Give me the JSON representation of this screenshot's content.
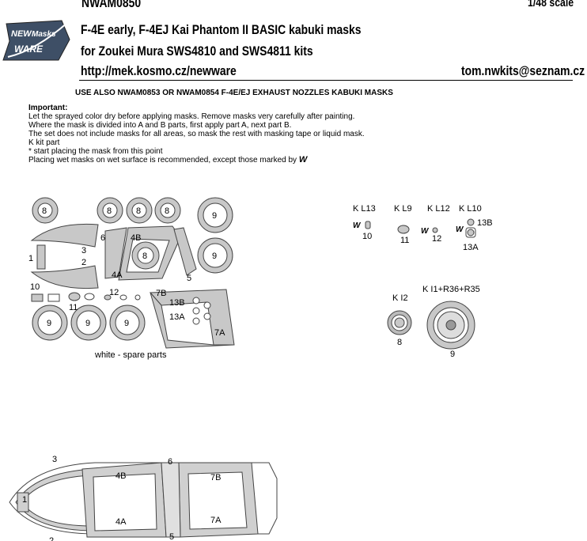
{
  "header": {
    "product_code": "NWAM0850",
    "scale": "1/48 scale",
    "title_line1": "F-4E early, F-4EJ Kai Phantom II BASIC kabuki masks",
    "title_line2": "for Zoukei Mura SWS4810 and SWS4811 kits",
    "url": "http://mek.kosmo.cz/newware",
    "email": "tom.nwkits@seznam.cz"
  },
  "logo": {
    "line1": "NEW",
    "line2": "Masks",
    "line3": "WARE"
  },
  "see_also": "USE ALSO NWAM0853 OR NWAM0854 F-4E/EJ EXHAUST NOZZLES KABUKI MASKS",
  "instructions": {
    "heading": "Important:",
    "lines": [
      "Let the sprayed color dry before applying masks. Remove masks very carefully after painting.",
      "Where the mask is divided into A and B parts, first apply part A, next part B.",
      "The set does not include masks for all areas, so mask the rest with masking tape or liquid mask.",
      "K kit part",
      "*  start placing the mask from this point",
      "Placing wet masks on wet surface is recommended, except those marked by"
    ],
    "wet_mark": "W"
  },
  "sheet": {
    "spare_note": "white - spare parts",
    "labels": {
      "m1": "1",
      "m2": "2",
      "m3": "3",
      "m4a": "4A",
      "m4b": "4B",
      "m5": "5",
      "m6": "6",
      "m7a": "7A",
      "m7b": "7B",
      "m8": "8",
      "m9": "9",
      "m10": "10",
      "m11": "11",
      "m12": "12",
      "m13a": "13A",
      "m13b": "13B"
    }
  },
  "kit_parts": {
    "headers": {
      "kl13": "K L13",
      "kl9": "K L9",
      "kl12": "K L12",
      "kl10": "K L10",
      "ki2": "K I2",
      "ki1": "K I1+R36+R35"
    },
    "numbers": {
      "n10": "10",
      "n11": "11",
      "n12": "12",
      "n13b": "13B",
      "n13a": "13A",
      "n8": "8",
      "n9": "9"
    },
    "w": "W"
  },
  "canopy": {
    "labels": {
      "c1": "1",
      "c2": "2",
      "c3": "3",
      "c4a": "4A",
      "c4b": "4B",
      "c5": "5",
      "c6": "6",
      "c7a": "7A",
      "c7b": "7B"
    }
  }
}
